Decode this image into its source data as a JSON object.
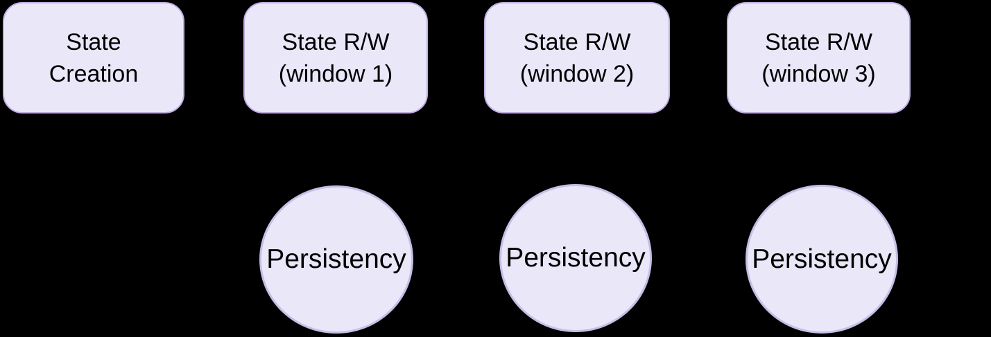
{
  "diagram": {
    "background_color": "#000000",
    "node_fill_color": "#e9e7f8",
    "box_border_color": "#c1aee3",
    "circle_border_color": "#c8bde6",
    "text_color": "#000000",
    "arrow_color": "#000000"
  },
  "boxes": [
    {
      "id": "state-creation",
      "label_lines": [
        "State",
        "Creation"
      ]
    },
    {
      "id": "state-rw-window-1",
      "label_lines": [
        "State R/W",
        "(window 1)"
      ]
    },
    {
      "id": "state-rw-window-2",
      "label_lines": [
        "State R/W",
        "(window 2)"
      ]
    },
    {
      "id": "state-rw-window-3",
      "label_lines": [
        "State R/W",
        "(window 3)"
      ]
    }
  ],
  "circles": [
    {
      "id": "persistency-1",
      "label": "Persistency"
    },
    {
      "id": "persistency-2",
      "label": "Persistency"
    },
    {
      "id": "persistency-3",
      "label": "Persistency"
    }
  ],
  "edges": [
    {
      "from": "state-creation",
      "to": "state-rw-window-1"
    },
    {
      "from": "state-rw-window-1",
      "to": "state-rw-window-2"
    },
    {
      "from": "state-rw-window-2",
      "to": "state-rw-window-3"
    },
    {
      "from": "state-rw-window-3",
      "to": "(offscreen right)"
    },
    {
      "from": "state-rw-window-1",
      "to": "persistency-1"
    },
    {
      "from": "state-rw-window-2",
      "to": "persistency-2"
    },
    {
      "from": "state-rw-window-3",
      "to": "persistency-3"
    }
  ]
}
